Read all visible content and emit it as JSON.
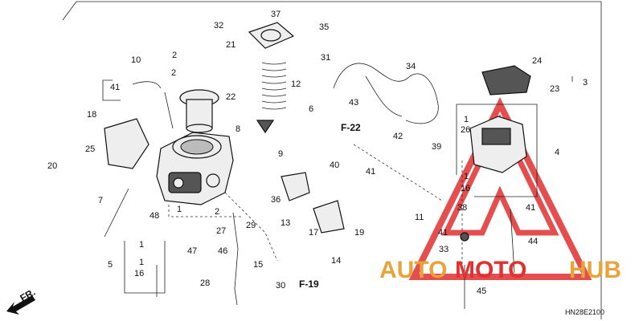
{
  "diagram": {
    "code": "HN28E2100",
    "direction_label": "FR.",
    "refs": {
      "f22": "F-22",
      "f19": "F-19"
    },
    "watermark": {
      "part1": "AUTO",
      "part2": "MOTO",
      "part3": "HUB",
      "color_main": "#e8a33a",
      "color_red": "#e03030"
    },
    "callouts": {
      "c1a": "1",
      "c1b": "1",
      "c1c": "1",
      "c1d": "1",
      "c1e": "1",
      "c2a": "2",
      "c2b": "2",
      "c3": "3",
      "c4": "4",
      "c5": "5",
      "c6": "6",
      "c7": "7",
      "c8": "8",
      "c9": "9",
      "c10": "10",
      "c11": "11",
      "c12": "12",
      "c13": "13",
      "c14": "14",
      "c15": "15",
      "c16a": "16",
      "c16b": "16",
      "c17": "17",
      "c18": "18",
      "c19": "19",
      "c20": "20",
      "c21": "21",
      "c22": "22",
      "c23": "23",
      "c24": "24",
      "c25": "25",
      "c26": "26",
      "c27": "27",
      "c28": "28",
      "c29": "29",
      "c30": "30",
      "c31": "31",
      "c32": "32",
      "c33": "33",
      "c34": "34",
      "c35": "35",
      "c36": "36",
      "c37": "37",
      "c38": "38",
      "c39": "39",
      "c40": "40",
      "c41a": "41",
      "c41b": "41",
      "c41c": "41",
      "c41d": "41",
      "c42": "42",
      "c43": "43",
      "c44": "44",
      "c45": "45",
      "c46": "46",
      "c47": "47",
      "c48": "48"
    }
  }
}
